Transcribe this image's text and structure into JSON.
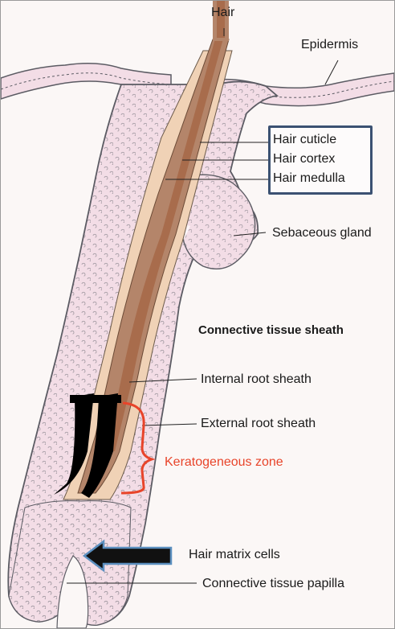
{
  "labels": {
    "hair": "Hair",
    "epidermis": "Epidermis",
    "hair_cuticle": "Hair cuticle",
    "hair_cortex": "Hair cortex",
    "hair_medulla": "Hair medulla",
    "sebaceous_gland": "Sebaceous gland",
    "connective_tissue_sheath": "Connective tissue sheath",
    "internal_root_sheath": "Internal root sheath",
    "external_root_sheath": "External root sheath",
    "keratogeneous_zone": "Keratogeneous zone",
    "hair_matrix_cells": "Hair matrix cells",
    "connective_tissue_papilla": "Connective tissue papilla"
  },
  "colors": {
    "tissue": "#f3dde6",
    "cell_outline": "#5b5b63",
    "hair_shaft": "#b4856a",
    "hair_medulla": "#a86c4c",
    "internal_sheath": "#f0d2b6",
    "keratin_zone": "#000000",
    "callout_border": "#3b5172",
    "bracket": "#e8442a",
    "arrow_fill": "#111111",
    "arrow_outline": "#5b8fbf"
  }
}
